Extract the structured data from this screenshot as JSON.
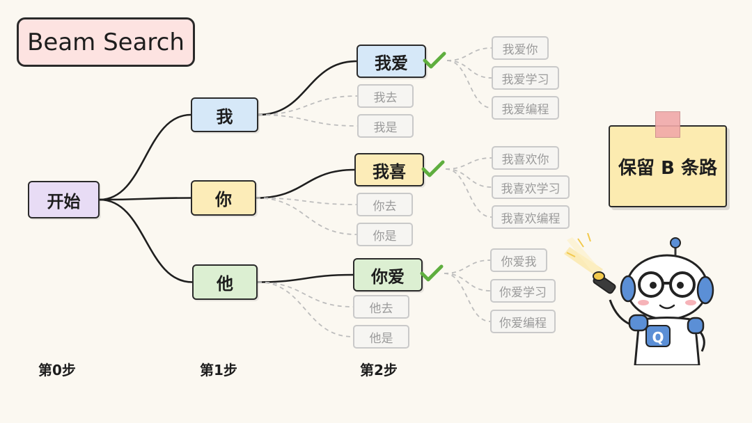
{
  "title": "Beam Search",
  "steps": [
    "第0步",
    "第1步",
    "第2步"
  ],
  "root": "开始",
  "level1": [
    "我",
    "你",
    "他"
  ],
  "kept": [
    "我爱",
    "我喜",
    "你爱"
  ],
  "pruned_level2": [
    "我去",
    "我是",
    "你去",
    "你是",
    "他去",
    "他是"
  ],
  "level3": [
    "我爱你",
    "我爱学习",
    "我爱编程",
    "我喜欢你",
    "我喜欢学习",
    "我喜欢编程",
    "你爱我",
    "你爱学习",
    "你爱编程"
  ],
  "note": "保留 B 条路",
  "mascot_badge": "Q",
  "colors": {
    "root": "#e8dcf5",
    "node_wo": "#d6e8f8",
    "node_ni": "#fcecb8",
    "node_ta": "#dcefd2",
    "check": "#5fae3f",
    "title_bg": "#fde3e1",
    "note_bg": "#fcebb0"
  }
}
